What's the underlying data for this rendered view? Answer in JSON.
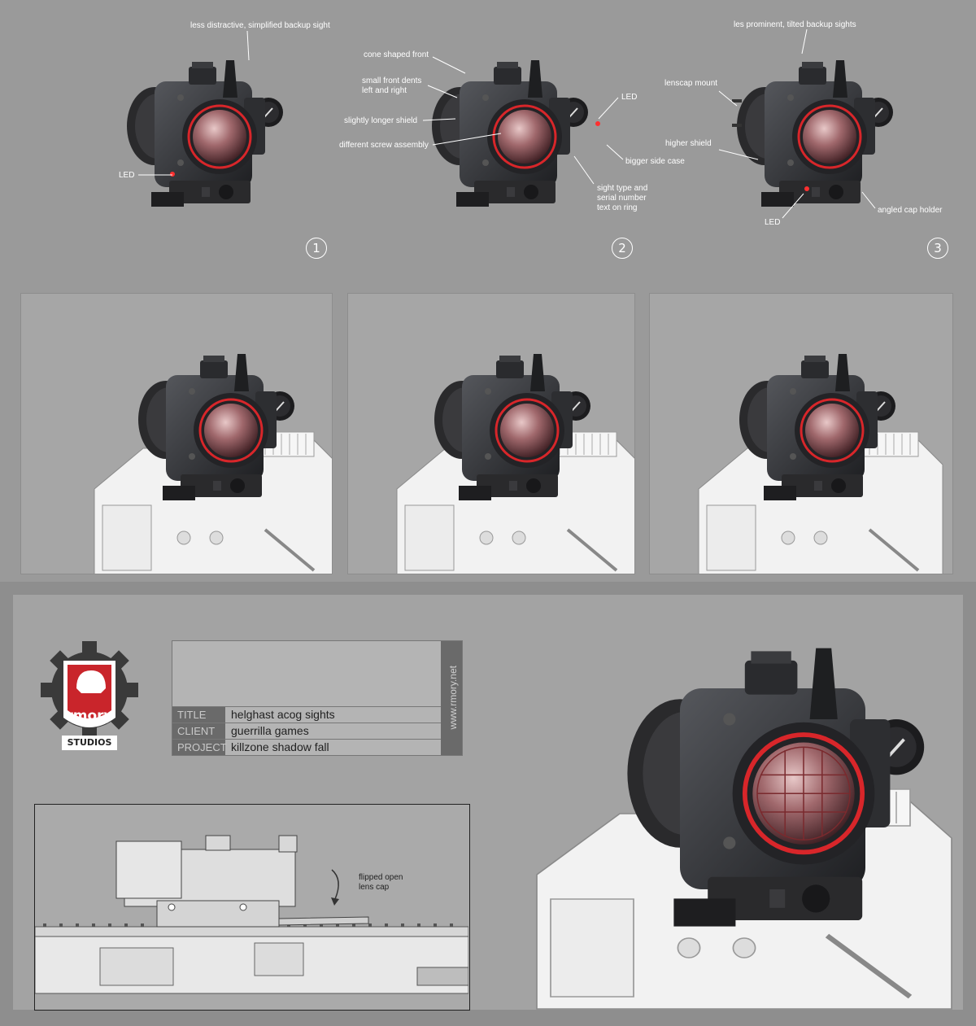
{
  "annotations": {
    "v1": {
      "backup_sight": "less distractive, simplified backup sight",
      "led": "LED",
      "number": "1"
    },
    "v2": {
      "cone_front": "cone shaped front",
      "front_dents": "small front dents\nleft and right",
      "longer_shield": "slightly longer shield",
      "screw_assembly": "different screw assembly",
      "led": "LED",
      "side_case": "bigger side case",
      "sight_type": "sight type and\nserial number\ntext on ring",
      "number": "2"
    },
    "v3": {
      "backup_sights": "les prominent, tilted backup sights",
      "lenscap_mount": "lenscap mount",
      "higher_shield": "higher shield",
      "cap_holder": "angled cap holder",
      "led": "LED",
      "number": "3"
    }
  },
  "logo": {
    "name": "rmory",
    "sub": "STUDIOS"
  },
  "info": {
    "website": "www.rmory.net",
    "rows": [
      {
        "key": "TITLE",
        "value": "helghast acog sights"
      },
      {
        "key": "CLIENT",
        "value": "guerrilla games"
      },
      {
        "key": "PROJECT",
        "value": "killzone shadow fall"
      }
    ]
  },
  "tech": {
    "note": "flipped open\nlens cap"
  },
  "colors": {
    "accent_red": "#d8262a",
    "lens": "#a0686c",
    "body_dark": "#2c2c2e"
  }
}
